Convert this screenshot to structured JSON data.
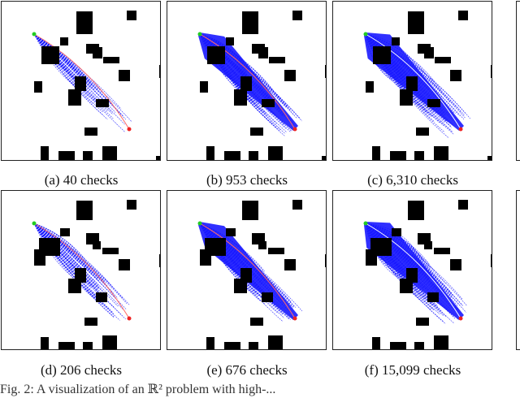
{
  "panels": [
    {
      "caption": "(a) 40 checks",
      "density": 40
    },
    {
      "caption": "(b) 953 checks",
      "density": 953
    },
    {
      "caption": "(c) 6,310 checks",
      "density": 6310
    },
    {
      "caption": "(d) 206 checks",
      "density": 206
    },
    {
      "caption": "(e) 676 checks",
      "density": 676
    },
    {
      "caption": "(f) 15,099 checks",
      "density": 15099
    }
  ],
  "figure_caption": "Fig. 2:  A visualization of an ℝ² problem with high-... ",
  "colors": {
    "obstacle": "#000000",
    "tree_edge": "#1a1aff",
    "solution_path": "#ff6a6a",
    "start": "#22cc22",
    "goal": "#ee2222"
  }
}
